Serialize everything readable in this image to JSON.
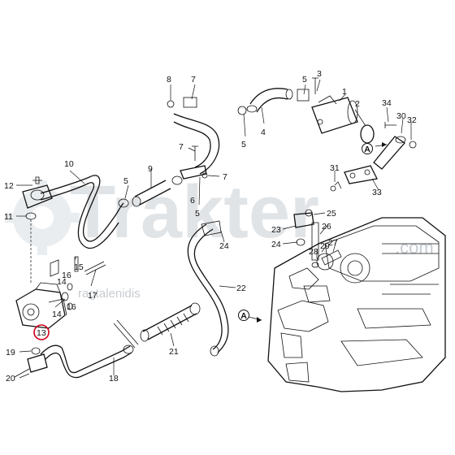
{
  "watermark": {
    "brand": "Trakter",
    "domain": ".com",
    "sub": "ragtalenidis",
    "color": "#c9ced4"
  },
  "highlight": {
    "part": "13",
    "color": "#d0021b"
  },
  "section_marker": "A",
  "callouts": [
    "1",
    "2",
    "3",
    "4",
    "5",
    "5",
    "5",
    "5",
    "6",
    "7",
    "7",
    "7",
    "8",
    "9",
    "10",
    "11",
    "12",
    "13",
    "14",
    "14",
    "15",
    "16",
    "16",
    "17",
    "18",
    "19",
    "20",
    "21",
    "22",
    "23",
    "24",
    "24",
    "25",
    "26",
    "27",
    "28",
    "29",
    "30",
    "31",
    "32",
    "33",
    "34"
  ]
}
